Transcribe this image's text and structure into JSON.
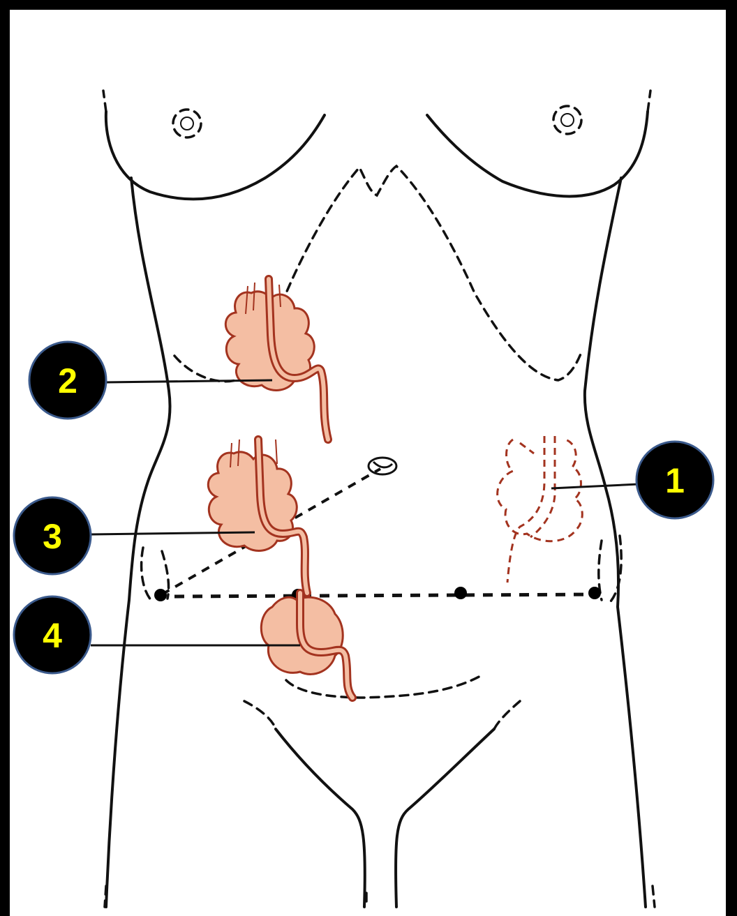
{
  "colors": {
    "frame": "#000000",
    "background": "#ffffff",
    "outline": "#111111",
    "colon_fill": "#f4bea3",
    "colon_stroke": "#a3331f",
    "marker_fill": "#000000",
    "marker_ring": "#3b5a8c",
    "marker_text": "#ffff00"
  },
  "markers": [
    {
      "id": "1",
      "label": "1",
      "points_to": "left-sided-cecum-dashed"
    },
    {
      "id": "2",
      "label": "2",
      "points_to": "subhepatic-cecum"
    },
    {
      "id": "3",
      "label": "3",
      "points_to": "normal-position-cecum"
    },
    {
      "id": "4",
      "label": "4",
      "points_to": "pelvic-cecum"
    }
  ]
}
